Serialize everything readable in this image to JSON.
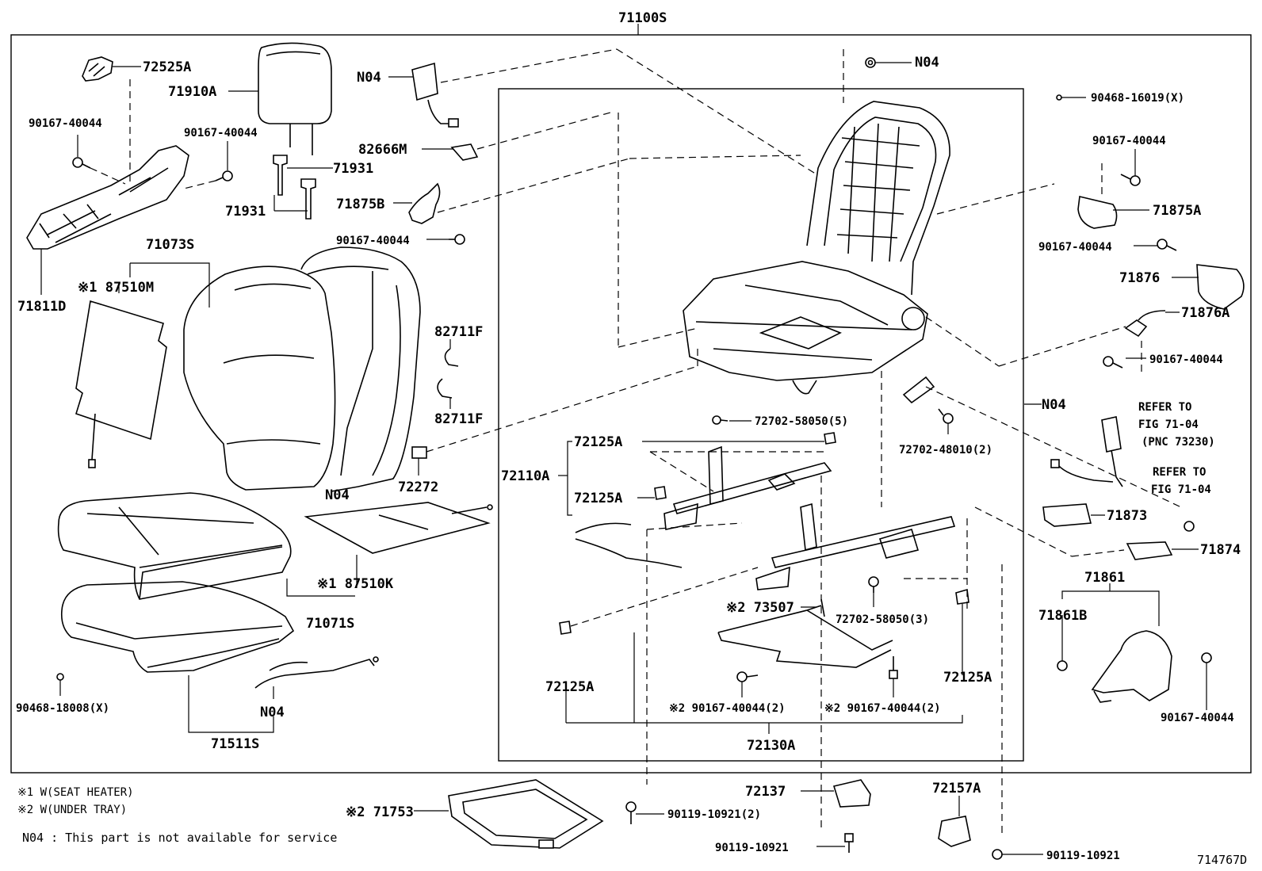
{
  "assembly_label": "71100S",
  "figure_id": "714767D",
  "notes": {
    "note1": "※1 W(SEAT HEATER)",
    "note2": "※2 W(UNDER TRAY)",
    "n04_note": "N04 : This part is not available for service"
  },
  "parts": {
    "p72525A": "72525A",
    "p71910A": "71910A",
    "p90167_left": "90167-40044",
    "p90167_mid": "90167-40044",
    "p71931_a": "71931",
    "p71931_b": "71931",
    "p71811D": "71811D",
    "p71073S": "71073S",
    "p87510M": "※1 87510M",
    "pN04_top_left": "N04",
    "p82666M": "82666M",
    "p71875B": "71875B",
    "p90167_875B": "90167-40044",
    "p82711F_a": "82711F",
    "p82711F_b": "82711F",
    "p72272": "72272",
    "pN04_cushion": "N04",
    "p87510K": "※1 87510K",
    "p71071S": "71071S",
    "p90468_18008": "90468-18008(X)",
    "pN04_bottom": "N04",
    "p71511S": "71511S",
    "pN04_top_mid": "N04",
    "p90468_16019": "90468-16019(X)",
    "p90167_right1": "90167-40044",
    "p71875A": "71875A",
    "p90167_right2": "90167-40044",
    "p71876": "71876",
    "p71876A": "71876A",
    "p90167_right3": "90167-40044",
    "pN04_right": "N04",
    "p72702_58050_5": "72702-58050(5)",
    "p72702_48010_2": "72702-48010(2)",
    "p72125A_1": "72125A",
    "p72110A": "72110A",
    "p72125A_2": "72125A",
    "p73507": "※2 73507",
    "p72702_58050_3": "72702-58050(3)",
    "p72125A_3": "72125A",
    "p72125A_4": "72125A",
    "p90167_2a": "※2  90167-40044(2)",
    "p90167_2b": "※2  90167-40044(2)",
    "p72130A": "72130A",
    "refer1_l1": "REFER TO",
    "refer1_l2": "FIG 71-04",
    "refer1_l3": "(PNC 73230)",
    "refer2_l1": "REFER TO",
    "refer2_l2": "FIG 71-04",
    "p71873": "71873",
    "p71874": "71874",
    "p71861": "71861",
    "p71861B": "71861B",
    "p90167_right4": "90167-40044",
    "p71753": "※2 71753",
    "p90119_2": "90119-10921(2)",
    "p72137": "72137",
    "p90119_a": "90119-10921",
    "p72157A": "72157A",
    "p90119_b": "90119-10921"
  }
}
